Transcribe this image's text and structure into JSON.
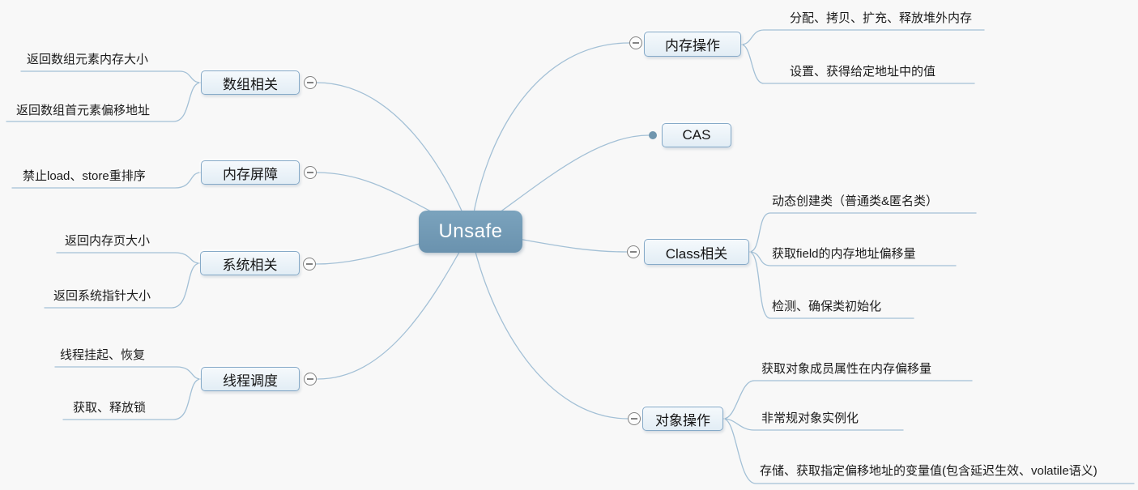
{
  "root": {
    "label": "Unsafe"
  },
  "left_branches": [
    {
      "label": "数组相关",
      "children": [
        "返回数组元素内存大小",
        "返回数组首元素偏移地址"
      ]
    },
    {
      "label": "内存屏障",
      "children": [
        "禁止load、store重排序"
      ]
    },
    {
      "label": "系统相关",
      "children": [
        "返回内存页大小",
        "返回系统指针大小"
      ]
    },
    {
      "label": "线程调度",
      "children": [
        "线程挂起、恢复",
        "获取、释放锁"
      ]
    }
  ],
  "right_branches": [
    {
      "label": "内存操作",
      "children": [
        "分配、拷贝、扩充、释放堆外内存",
        "设置、获得给定地址中的值"
      ]
    },
    {
      "label": "CAS",
      "children": []
    },
    {
      "label": "Class相关",
      "children": [
        "动态创建类（普通类&匿名类）",
        "获取field的内存地址偏移量",
        "检测、确保类初始化"
      ]
    },
    {
      "label": "对象操作",
      "children": [
        "获取对象成员属性在内存偏移量",
        "非常规对象实例化",
        "存储、获取指定偏移地址的变量值(包含延迟生效、volatile语义)"
      ]
    }
  ],
  "colors": {
    "background": "#f8f8f8",
    "root_fill_top": "#7ba3bd",
    "root_fill_bottom": "#6a92ae",
    "root_text": "#ffffff",
    "branch_fill_top": "#f5f9fc",
    "branch_fill_bottom": "#e2edf5",
    "branch_border": "#86aac8",
    "topic_text": "#141414",
    "leaf_text": "#1b1b1b",
    "connector": "#a3c0d6",
    "collapse_border": "#828282",
    "cas_dot": "#7096ae"
  }
}
